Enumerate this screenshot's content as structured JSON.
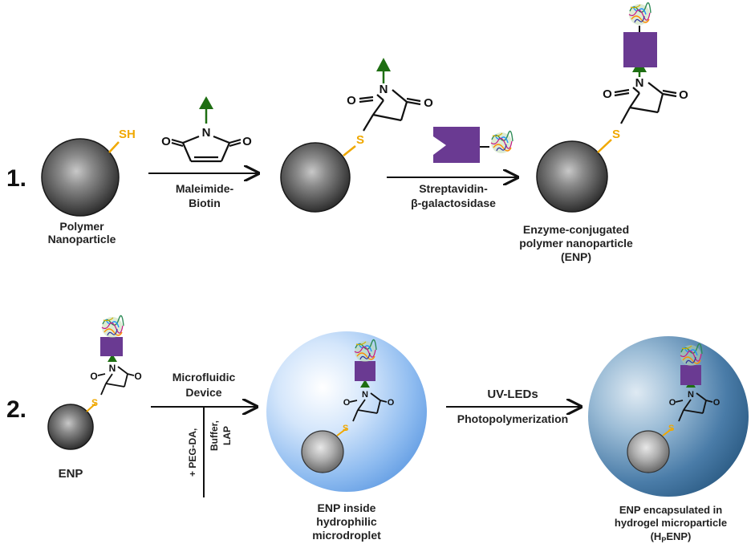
{
  "step1": {
    "number": "1.",
    "thiol": "SH",
    "polymer_label": [
      "Polymer",
      "Nanoparticle"
    ],
    "reagent1": [
      "Maleimide-",
      "Biotin"
    ],
    "reagent2": [
      "Streptavidin-",
      "β-galactosidase"
    ],
    "enp_label": [
      "Enzyme-conjugated",
      "polymer nanoparticle",
      "(ENP)"
    ]
  },
  "step2": {
    "number": "2.",
    "enp": "ENP",
    "device": [
      "Microfluidic",
      "Device"
    ],
    "inlet_a": "+ PEG-DA,",
    "inlet_b": [
      "Buffer,",
      "LAP"
    ],
    "uv": "UV-LEDs",
    "photo": "Photopolymerization",
    "droplet_label": [
      "ENP inside",
      "hydrophilic",
      "microdroplet"
    ],
    "capsule_label": [
      "ENP encapsulated in",
      "hydrogel microparticle"
    ],
    "capsule_abbr": {
      "open": "(H",
      "sub": "P",
      "close": "ENP)"
    }
  },
  "atoms": {
    "N": "N",
    "O": "O",
    "S": "S"
  },
  "colors": {
    "thiol": "#f0a800",
    "biotin": "#1e6e12",
    "streptavidin": "#6a3a92",
    "nanoparticle_dark": "#3a3a3a",
    "droplet": "#9cc4f2",
    "hydrogel": "#3a6e9c"
  }
}
